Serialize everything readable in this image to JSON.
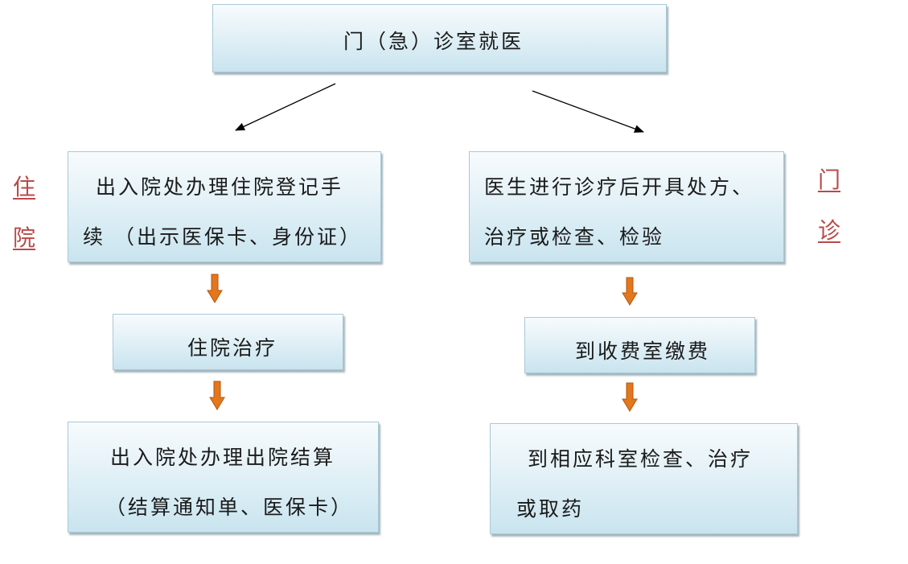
{
  "top": {
    "label": "门（急）诊室就医"
  },
  "inpatient": {
    "side_label": [
      "住",
      "院"
    ],
    "step1": [
      "出入院处办理住院登记手",
      "续 （出示医保卡、身份证）"
    ],
    "step2": "住院治疗",
    "step3": [
      "出入院处办理出院结算",
      "（结算通知单、医保卡）"
    ]
  },
  "outpatient": {
    "side_label": [
      "门",
      "诊"
    ],
    "step1": [
      "医生进行诊疗后开具处方、",
      "治疗或检查、检验"
    ],
    "step2": "到收费室缴费",
    "step3": [
      "到相应科室检查、治疗",
      "或取药"
    ]
  },
  "colors": {
    "box_top": "#f7fbfd",
    "box_bottom": "#c9e4ef",
    "box_border": "#a9c9d6",
    "arrow_orange": "#e2771e",
    "side_label": "#b94a4a"
  }
}
